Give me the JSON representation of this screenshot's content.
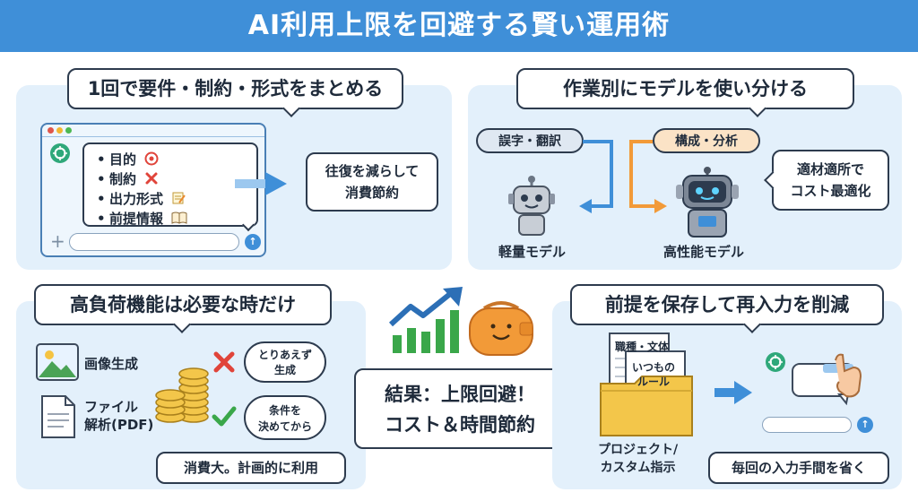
{
  "title": "AI利用上限を回避する賢い運用術",
  "panel1": {
    "heading": "1回で要件・制約・形式をまとめる",
    "items": [
      "目的",
      "制約",
      "出力形式",
      "前提情報"
    ],
    "result": [
      "往復を減らして",
      "消費節約"
    ]
  },
  "panel2": {
    "heading": "作業別にモデルを使い分ける",
    "tag_light": "誤字・翻訳",
    "tag_heavy": "構成・分析",
    "model_light": "軽量モデル",
    "model_heavy": "高性能モデル",
    "note": [
      "適材適所で",
      "コスト最適化"
    ]
  },
  "panel3": {
    "heading": "高負荷機能は必要な時だけ",
    "feature_image": "画像生成",
    "feature_file": [
      "ファイル",
      "解析(PDF)"
    ],
    "bad": [
      "とりあえず",
      "生成"
    ],
    "good": [
      "条件を",
      "決めてから"
    ],
    "footer": "消費大。計画的に利用"
  },
  "center": {
    "result": [
      "結果：上限回避！",
      "コスト＆時間節約"
    ]
  },
  "panel4": {
    "heading": "前提を保存して再入力を削減",
    "doc1": "職種・文体",
    "doc2": [
      "いつもの",
      "ルール"
    ],
    "folder_label": [
      "プロジェクト/",
      "カスタム指示"
    ],
    "footer": "毎回の入力手間を省く"
  },
  "colors": {
    "header": "#3f8fd8",
    "panel": "#e3f0fb",
    "accent_orange": "#f29a38",
    "accent_blue": "#3f8fd8",
    "check_green": "#3aa74a",
    "cross_red": "#e0443a"
  }
}
